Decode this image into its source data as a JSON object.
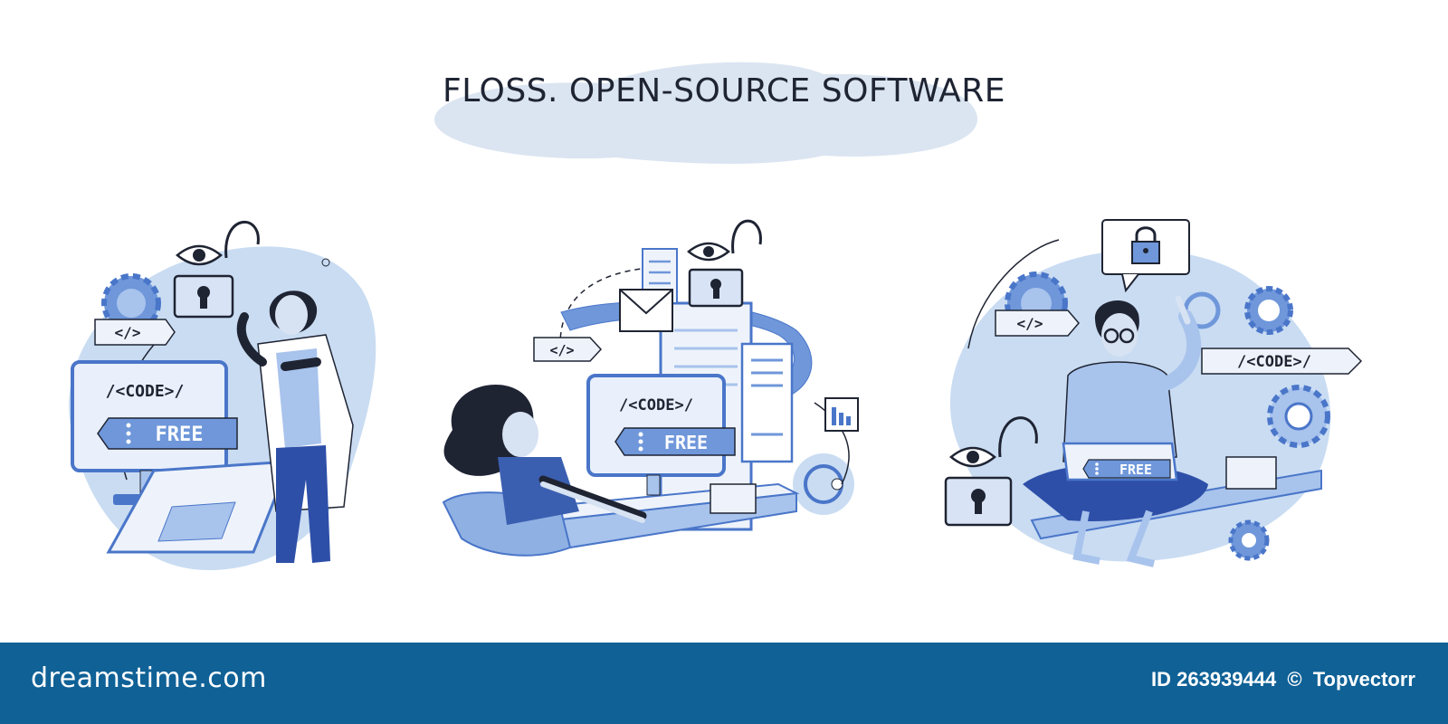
{
  "title": "FLOSS. OPEN-SOURCE SOFTWARE",
  "scenes": [
    {
      "tag": "</>",
      "code": "/<CODE>/",
      "free": "FREE"
    },
    {
      "tag": "</>",
      "code": "/<CODE>/",
      "free": "FREE"
    },
    {
      "tag": "</>",
      "code": "/<CODE>/",
      "free": "FREE"
    }
  ],
  "footer": {
    "brand": "dreamstime.com",
    "id_label": "ID 263939444",
    "copyright_symbol": "©",
    "author": "Topvectorr"
  },
  "colors": {
    "accent": "#4a76c9",
    "light_blue": "#c9dcf2",
    "dark_navy": "#1f2433",
    "footer": "#0f6196"
  },
  "icons": [
    "eye-icon",
    "padlock-icon",
    "gear-icon",
    "envelope-icon",
    "document-icon",
    "chart-icon",
    "copyright-icon"
  ]
}
